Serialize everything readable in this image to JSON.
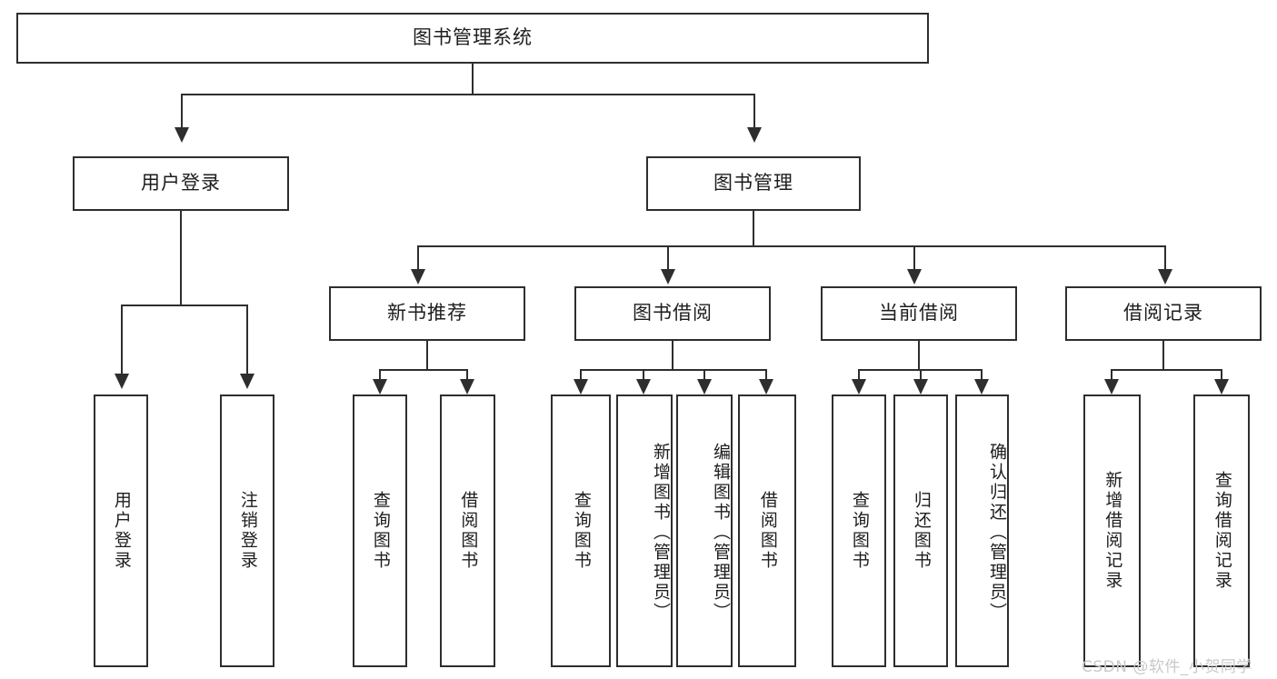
{
  "diagram": {
    "title": "图书管理系统",
    "type": "tree",
    "watermark": "CSDN @软件_小贺同学",
    "root": {
      "label": "图书管理系统"
    },
    "level1": [
      {
        "label": "用户登录"
      },
      {
        "label": "图书管理"
      }
    ],
    "level2": [
      {
        "label": "新书推荐"
      },
      {
        "label": "图书借阅"
      },
      {
        "label": "当前借阅"
      },
      {
        "label": "借阅记录"
      }
    ],
    "leaves": {
      "user_login": [
        {
          "label": "用户登录"
        },
        {
          "label": "注销登录"
        }
      ],
      "new_book": [
        {
          "label": "查询图书"
        },
        {
          "label": "借阅图书"
        }
      ],
      "borrow": [
        {
          "label": "查询图书"
        },
        {
          "label": "新增图书（管理员）"
        },
        {
          "label": "编辑图书（管理员）"
        },
        {
          "label": "借阅图书"
        }
      ],
      "current": [
        {
          "label": "查询图书"
        },
        {
          "label": "归还图书"
        },
        {
          "label": "确认归还（管理员）"
        }
      ],
      "records": [
        {
          "label": "新增借阅记录"
        },
        {
          "label": "查询借阅记录"
        }
      ]
    },
    "colors": {
      "border": "#2e2e2e",
      "background": "#ffffff",
      "text": "#1d1d1d",
      "watermark": "#c9c9c9"
    }
  }
}
